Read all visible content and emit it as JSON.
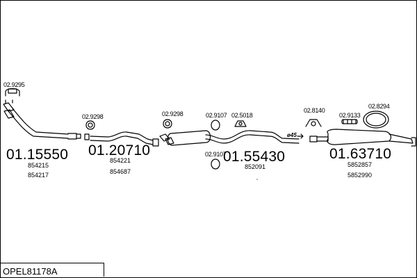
{
  "title": "OPEL81178A",
  "parts": [
    {
      "part": "01.15550",
      "refs": [
        "854215",
        "854217"
      ]
    },
    {
      "part": "01.20710",
      "refs": [
        "854221",
        "854687"
      ]
    },
    {
      "part": "01.55430",
      "refs": [
        "852091"
      ]
    },
    {
      "part": "01.63710",
      "refs": [
        "5852857",
        "5852990"
      ]
    }
  ],
  "accessories": [
    "02.9295",
    "02.9298",
    "02.9298",
    "02.9107",
    "02.5018",
    "02.9107",
    "02.8140",
    "02.9133",
    "02.8294"
  ],
  "marker": "ø45"
}
